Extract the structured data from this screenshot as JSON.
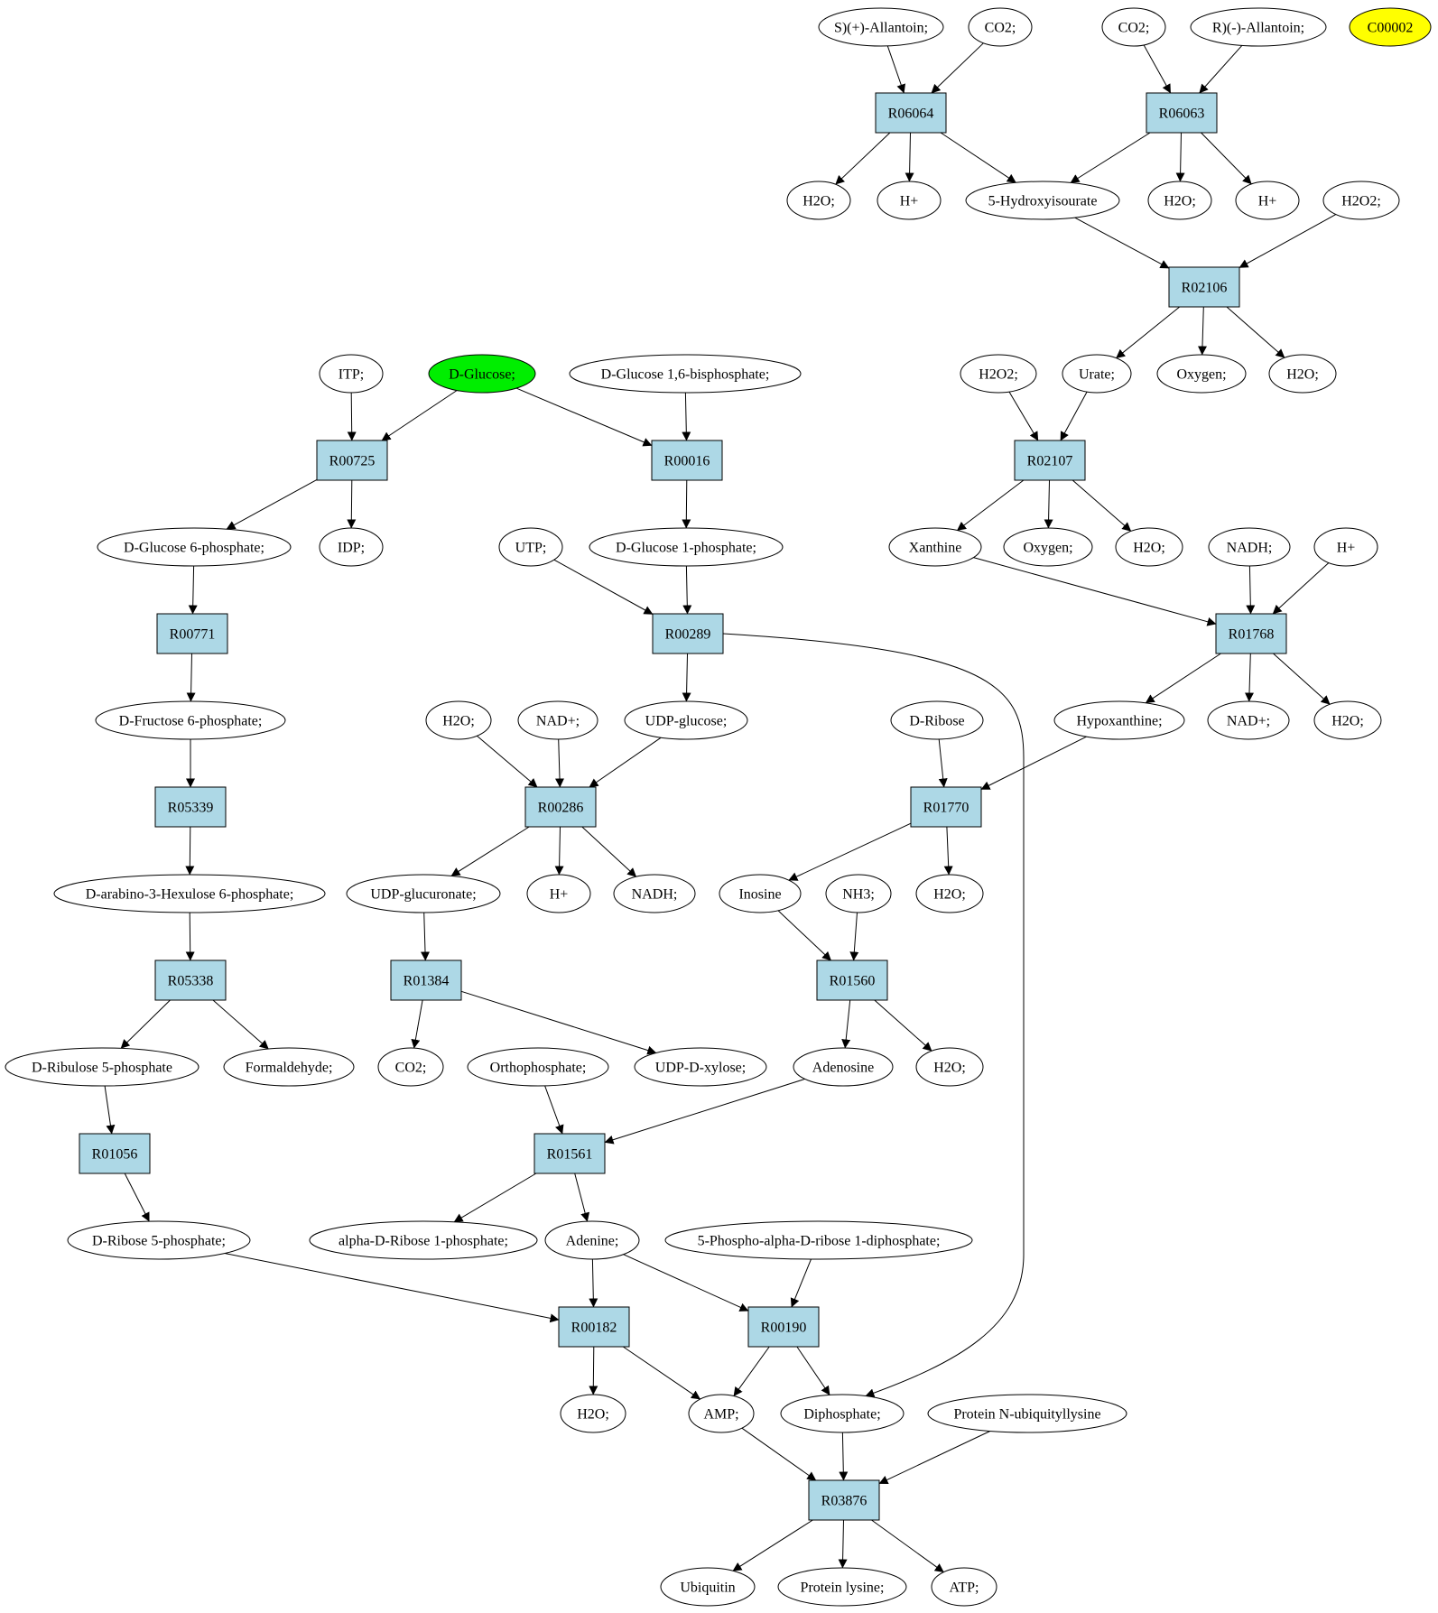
{
  "colors": {
    "reaction_fill": "#add8e6",
    "metabolite_fill": "#ffffff",
    "start_fill": "#00ee00",
    "target_fill": "#ffff00",
    "stroke": "#000000"
  },
  "reactions": [
    {
      "id": "r_R06064",
      "label": "R06064"
    },
    {
      "id": "r_R06063",
      "label": "R06063"
    },
    {
      "id": "r_R02106",
      "label": "R02106"
    },
    {
      "id": "r_R00725",
      "label": "R00725"
    },
    {
      "id": "r_R00016",
      "label": "R00016"
    },
    {
      "id": "r_R02107",
      "label": "R02107"
    },
    {
      "id": "r_R00771",
      "label": "R00771"
    },
    {
      "id": "r_R00289",
      "label": "R00289"
    },
    {
      "id": "r_R01768",
      "label": "R01768"
    },
    {
      "id": "r_R05339",
      "label": "R05339"
    },
    {
      "id": "r_R00286",
      "label": "R00286"
    },
    {
      "id": "r_R01770",
      "label": "R01770"
    },
    {
      "id": "r_R05338",
      "label": "R05338"
    },
    {
      "id": "r_R01384",
      "label": "R01384"
    },
    {
      "id": "r_R01560",
      "label": "R01560"
    },
    {
      "id": "r_R01056",
      "label": "R01056"
    },
    {
      "id": "r_R01561",
      "label": "R01561"
    },
    {
      "id": "r_R00182",
      "label": "R00182"
    },
    {
      "id": "r_R00190",
      "label": "R00190"
    },
    {
      "id": "r_R03876",
      "label": "R03876"
    }
  ],
  "metabolites": [
    {
      "id": "m_sallantoin",
      "label": "S)(+)-Allantoin;"
    },
    {
      "id": "m_co2_a",
      "label": "CO2;"
    },
    {
      "id": "m_co2_b",
      "label": "CO2;"
    },
    {
      "id": "m_rallantoin",
      "label": "R)(-)-Allantoin;"
    },
    {
      "id": "m_c00002",
      "label": "C00002",
      "kind": "target"
    },
    {
      "id": "m_h2o_1",
      "label": "H2O;"
    },
    {
      "id": "m_hplus_1",
      "label": "H+"
    },
    {
      "id": "m_hydroxyisourate",
      "label": "5-Hydroxyisourate"
    },
    {
      "id": "m_h2o_2",
      "label": "H2O;"
    },
    {
      "id": "m_hplus_2",
      "label": "H+"
    },
    {
      "id": "m_h2o2_1",
      "label": "H2O2;"
    },
    {
      "id": "m_itp",
      "label": "ITP;"
    },
    {
      "id": "m_dglucose",
      "label": "D-Glucose;",
      "kind": "start"
    },
    {
      "id": "m_g16bp",
      "label": "D-Glucose 1,6-bisphosphate;"
    },
    {
      "id": "m_h2o2_2",
      "label": "H2O2;"
    },
    {
      "id": "m_urate",
      "label": "Urate;"
    },
    {
      "id": "m_oxygen_1",
      "label": "Oxygen;"
    },
    {
      "id": "m_h2o_3",
      "label": "H2O;"
    },
    {
      "id": "m_g6p",
      "label": "D-Glucose 6-phosphate;"
    },
    {
      "id": "m_idp",
      "label": "IDP;"
    },
    {
      "id": "m_utp",
      "label": "UTP;"
    },
    {
      "id": "m_g1p",
      "label": "D-Glucose 1-phosphate;"
    },
    {
      "id": "m_xanthine",
      "label": "Xanthine"
    },
    {
      "id": "m_oxygen_2",
      "label": "Oxygen;"
    },
    {
      "id": "m_h2o_4",
      "label": "H2O;"
    },
    {
      "id": "m_nadh_1",
      "label": "NADH;"
    },
    {
      "id": "m_hplus_3",
      "label": "H+"
    },
    {
      "id": "m_f6p",
      "label": "D-Fructose 6-phosphate;"
    },
    {
      "id": "m_h2o_5",
      "label": "H2O;"
    },
    {
      "id": "m_nadplus_1",
      "label": "NAD+;"
    },
    {
      "id": "m_udpglucose",
      "label": "UDP-glucose;"
    },
    {
      "id": "m_dribose",
      "label": "D-Ribose"
    },
    {
      "id": "m_hypoxanthine",
      "label": "Hypoxanthine;"
    },
    {
      "id": "m_nadplus_2",
      "label": "NAD+;"
    },
    {
      "id": "m_h2o_6",
      "label": "H2O;"
    },
    {
      "id": "m_hexulose6p",
      "label": "D-arabino-3-Hexulose 6-phosphate;"
    },
    {
      "id": "m_udpglucuronate",
      "label": "UDP-glucuronate;"
    },
    {
      "id": "m_hplus_4",
      "label": "H+"
    },
    {
      "id": "m_nadh_2",
      "label": "NADH;"
    },
    {
      "id": "m_inosine",
      "label": "Inosine"
    },
    {
      "id": "m_nh3",
      "label": "NH3;"
    },
    {
      "id": "m_h2o_7",
      "label": "H2O;"
    },
    {
      "id": "m_ribulose5p",
      "label": "D-Ribulose 5-phosphate"
    },
    {
      "id": "m_formaldehyde",
      "label": "Formaldehyde;"
    },
    {
      "id": "m_co2_c",
      "label": "CO2;"
    },
    {
      "id": "m_orthophosphate",
      "label": "Orthophosphate;"
    },
    {
      "id": "m_udpxylose",
      "label": "UDP-D-xylose;"
    },
    {
      "id": "m_adenosine",
      "label": "Adenosine"
    },
    {
      "id": "m_h2o_8",
      "label": "H2O;"
    },
    {
      "id": "m_ribose5p",
      "label": "D-Ribose 5-phosphate;"
    },
    {
      "id": "m_ribose1p",
      "label": "alpha-D-Ribose 1-phosphate;"
    },
    {
      "id": "m_adenine",
      "label": "Adenine;"
    },
    {
      "id": "m_prpp",
      "label": "5-Phospho-alpha-D-ribose 1-diphosphate;"
    },
    {
      "id": "m_h2o_9",
      "label": "H2O;"
    },
    {
      "id": "m_amp",
      "label": "AMP;"
    },
    {
      "id": "m_diphosphate",
      "label": "Diphosphate;"
    },
    {
      "id": "m_protubiq",
      "label": "Protein N-ubiquityllysine"
    },
    {
      "id": "m_ubiquitin",
      "label": "Ubiquitin"
    },
    {
      "id": "m_proteinlysine",
      "label": "Protein lysine;"
    },
    {
      "id": "m_atp",
      "label": "ATP;"
    }
  ],
  "edges": [
    {
      "from": "m_sallantoin",
      "to": "r_R06064"
    },
    {
      "from": "m_co2_a",
      "to": "r_R06064"
    },
    {
      "from": "r_R06064",
      "to": "m_h2o_1"
    },
    {
      "from": "r_R06064",
      "to": "m_hplus_1"
    },
    {
      "from": "r_R06064",
      "to": "m_hydroxyisourate"
    },
    {
      "from": "m_co2_b",
      "to": "r_R06063"
    },
    {
      "from": "m_rallantoin",
      "to": "r_R06063"
    },
    {
      "from": "r_R06063",
      "to": "m_hydroxyisourate"
    },
    {
      "from": "r_R06063",
      "to": "m_h2o_2"
    },
    {
      "from": "r_R06063",
      "to": "m_hplus_2"
    },
    {
      "from": "m_hydroxyisourate",
      "to": "r_R02106"
    },
    {
      "from": "m_h2o2_1",
      "to": "r_R02106"
    },
    {
      "from": "r_R02106",
      "to": "m_urate"
    },
    {
      "from": "r_R02106",
      "to": "m_oxygen_1"
    },
    {
      "from": "r_R02106",
      "to": "m_h2o_3"
    },
    {
      "from": "m_h2o2_2",
      "to": "r_R02107"
    },
    {
      "from": "m_urate",
      "to": "r_R02107"
    },
    {
      "from": "r_R02107",
      "to": "m_xanthine"
    },
    {
      "from": "r_R02107",
      "to": "m_oxygen_2"
    },
    {
      "from": "r_R02107",
      "to": "m_h2o_4"
    },
    {
      "from": "m_xanthine",
      "to": "r_R01768"
    },
    {
      "from": "m_nadh_1",
      "to": "r_R01768"
    },
    {
      "from": "m_hplus_3",
      "to": "r_R01768"
    },
    {
      "from": "r_R01768",
      "to": "m_hypoxanthine"
    },
    {
      "from": "r_R01768",
      "to": "m_nadplus_2"
    },
    {
      "from": "r_R01768",
      "to": "m_h2o_6"
    },
    {
      "from": "m_dribose",
      "to": "r_R01770"
    },
    {
      "from": "m_hypoxanthine",
      "to": "r_R01770"
    },
    {
      "from": "r_R01770",
      "to": "m_inosine"
    },
    {
      "from": "r_R01770",
      "to": "m_h2o_7"
    },
    {
      "from": "m_inosine",
      "to": "r_R01560"
    },
    {
      "from": "m_nh3",
      "to": "r_R01560"
    },
    {
      "from": "r_R01560",
      "to": "m_adenosine"
    },
    {
      "from": "r_R01560",
      "to": "m_h2o_8"
    },
    {
      "from": "m_itp",
      "to": "r_R00725"
    },
    {
      "from": "m_dglucose",
      "to": "r_R00725"
    },
    {
      "from": "m_dglucose",
      "to": "r_R00016"
    },
    {
      "from": "m_g16bp",
      "to": "r_R00016"
    },
    {
      "from": "r_R00725",
      "to": "m_g6p"
    },
    {
      "from": "r_R00725",
      "to": "m_idp"
    },
    {
      "from": "r_R00016",
      "to": "m_g1p"
    },
    {
      "from": "m_g6p",
      "to": "r_R00771"
    },
    {
      "from": "r_R00771",
      "to": "m_f6p"
    },
    {
      "from": "m_f6p",
      "to": "r_R05339"
    },
    {
      "from": "r_R05339",
      "to": "m_hexulose6p"
    },
    {
      "from": "m_hexulose6p",
      "to": "r_R05338"
    },
    {
      "from": "r_R05338",
      "to": "m_ribulose5p"
    },
    {
      "from": "r_R05338",
      "to": "m_formaldehyde"
    },
    {
      "from": "m_ribulose5p",
      "to": "r_R01056"
    },
    {
      "from": "r_R01056",
      "to": "m_ribose5p"
    },
    {
      "from": "m_utp",
      "to": "r_R00289"
    },
    {
      "from": "m_g1p",
      "to": "r_R00289"
    },
    {
      "from": "r_R00289",
      "to": "m_udpglucose"
    },
    {
      "from": "r_R00289",
      "to": "m_diphosphate",
      "curved": true
    },
    {
      "from": "m_h2o_5",
      "to": "r_R00286"
    },
    {
      "from": "m_nadplus_1",
      "to": "r_R00286"
    },
    {
      "from": "m_udpglucose",
      "to": "r_R00286"
    },
    {
      "from": "r_R00286",
      "to": "m_udpglucuronate"
    },
    {
      "from": "r_R00286",
      "to": "m_hplus_4"
    },
    {
      "from": "r_R00286",
      "to": "m_nadh_2"
    },
    {
      "from": "m_udpglucuronate",
      "to": "r_R01384"
    },
    {
      "from": "r_R01384",
      "to": "m_co2_c"
    },
    {
      "from": "r_R01384",
      "to": "m_udpxylose"
    },
    {
      "from": "m_orthophosphate",
      "to": "r_R01561"
    },
    {
      "from": "m_adenosine",
      "to": "r_R01561"
    },
    {
      "from": "r_R01561",
      "to": "m_ribose1p"
    },
    {
      "from": "r_R01561",
      "to": "m_adenine"
    },
    {
      "from": "m_ribose5p",
      "to": "r_R00182"
    },
    {
      "from": "m_adenine",
      "to": "r_R00182"
    },
    {
      "from": "m_adenine",
      "to": "r_R00190"
    },
    {
      "from": "m_prpp",
      "to": "r_R00190"
    },
    {
      "from": "r_R00182",
      "to": "m_h2o_9"
    },
    {
      "from": "r_R00182",
      "to": "m_amp"
    },
    {
      "from": "r_R00190",
      "to": "m_amp"
    },
    {
      "from": "r_R00190",
      "to": "m_diphosphate"
    },
    {
      "from": "m_amp",
      "to": "r_R03876"
    },
    {
      "from": "m_diphosphate",
      "to": "r_R03876"
    },
    {
      "from": "m_protubiq",
      "to": "r_R03876"
    },
    {
      "from": "r_R03876",
      "to": "m_ubiquitin"
    },
    {
      "from": "r_R03876",
      "to": "m_proteinlysine"
    },
    {
      "from": "r_R03876",
      "to": "m_atp"
    }
  ]
}
